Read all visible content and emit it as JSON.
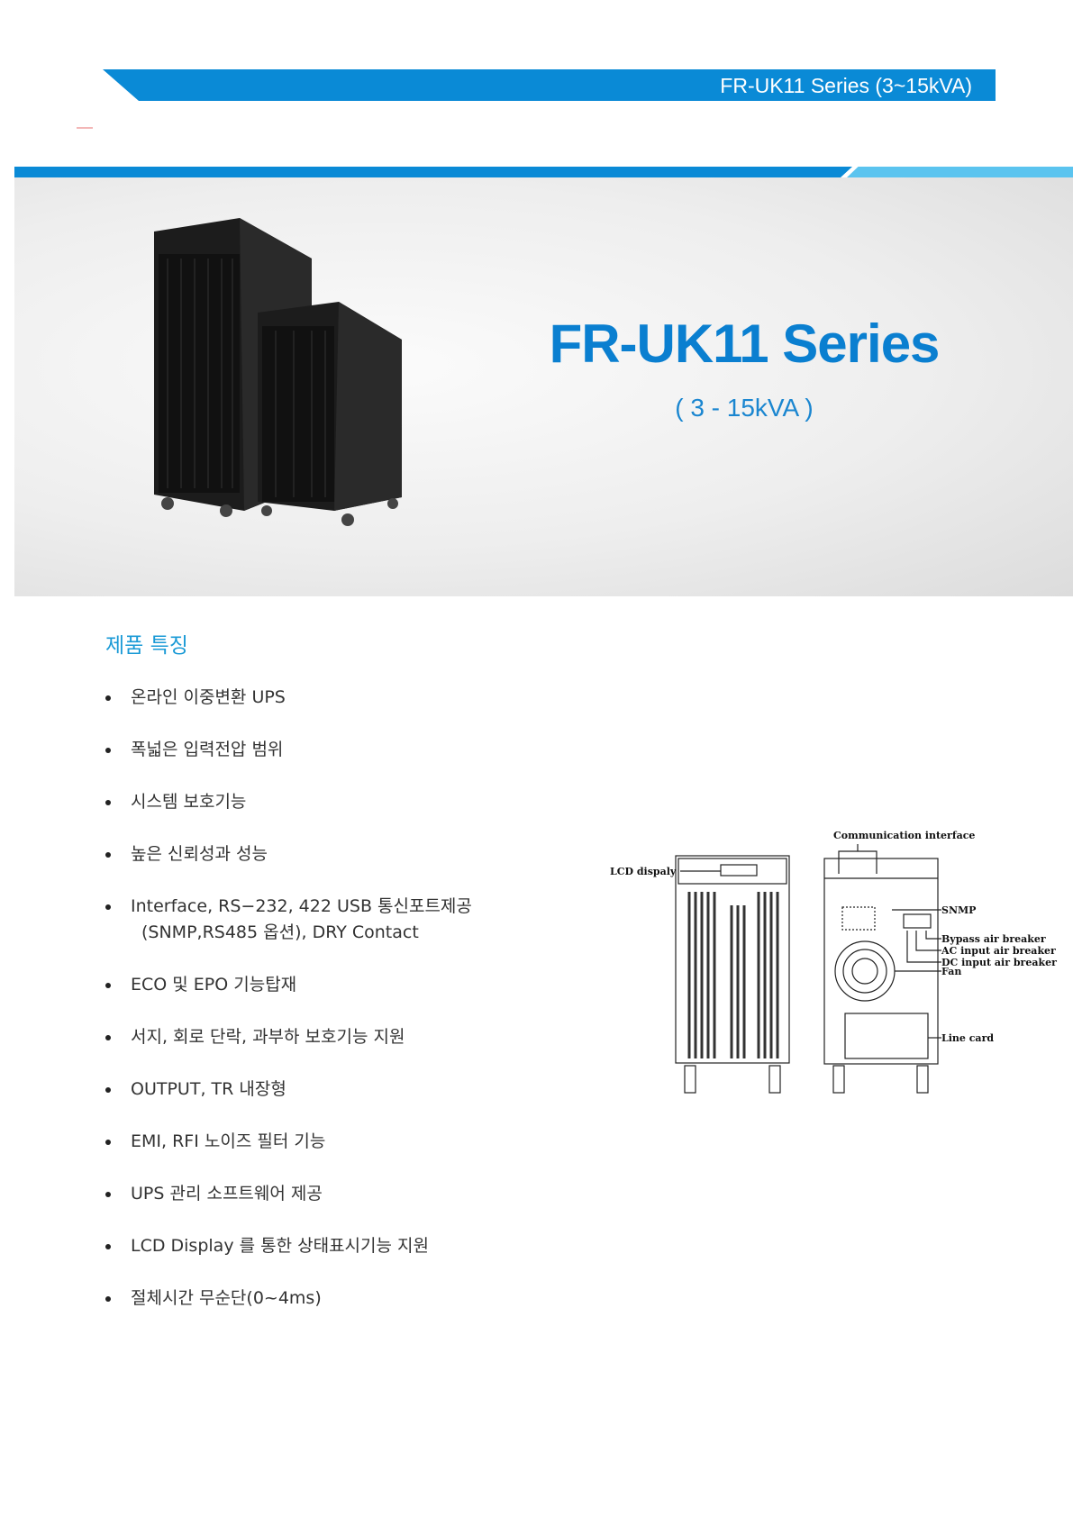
{
  "header": {
    "series_label": "FR-UK11 Series (3~15kVA)"
  },
  "hero": {
    "title": "FR-UK11 Series",
    "subtitle": "( 3 - 15kVA )"
  },
  "features": {
    "title": "제품 특징",
    "items": [
      {
        "line1": "온라인 이중변환 UPS"
      },
      {
        "line1": "폭넓은 입력전압 범위"
      },
      {
        "line1": "시스템 보호기능"
      },
      {
        "line1": "높은 신뢰성과 성능"
      },
      {
        "line1": "Interface, RS−232, 422 USB 통신포트제공",
        "line2": "(SNMP,RS485 옵션), DRY Contact"
      },
      {
        "line1": "ECO 및 EPO 기능탑재"
      },
      {
        "line1": "서지, 회로 단락, 과부하 보호기능 지원"
      },
      {
        "line1": "OUTPUT, TR 내장형"
      },
      {
        "line1": "EMI, RFI 노이즈 필터 기능"
      },
      {
        "line1": "UPS 관리 소프트웨어 제공"
      },
      {
        "line1": "LCD Display 를 통한 상태표시기능 지원"
      },
      {
        "line1": "절체시간 무순단(0~4ms)"
      }
    ]
  },
  "diagram": {
    "labels": {
      "lcd": "LCD dispaly",
      "comm": "Communication interface",
      "snmp": "SNMP",
      "bypass": "Bypass air breaker",
      "ac": "AC input air breaker",
      "dc": "DC input air breaker",
      "fan": "Fan",
      "line": "Line card"
    }
  },
  "colors": {
    "brand": "#0a8ad6",
    "light": "#5bc4ef"
  }
}
